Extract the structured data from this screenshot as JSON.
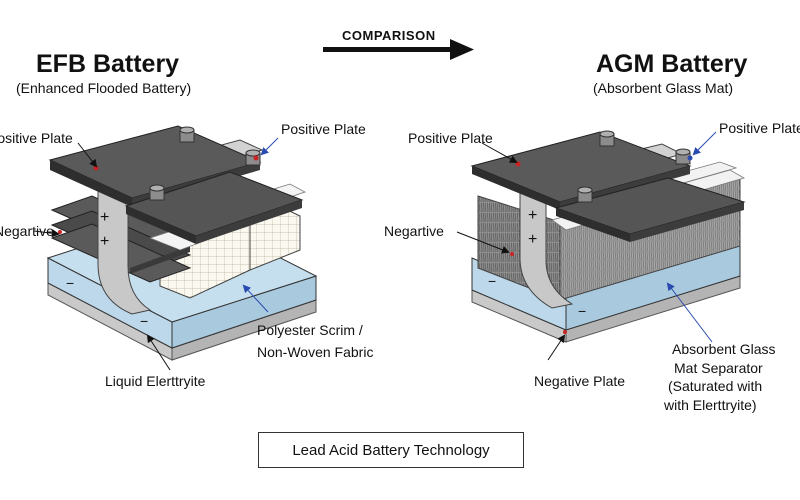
{
  "comparison_label": "COMPARISON",
  "efb": {
    "title": "EFB Battery",
    "subtitle": "(Enhanced Flooded Battery)",
    "labels": {
      "positive_left": "Positive Plate",
      "positive_right": "Positive Plate",
      "negative": "Negartive",
      "separator_line1": "Polyester Scrim /",
      "separator_line2": "Non-Woven Fabric",
      "electrolyte": "Liquid Elerttryite"
    }
  },
  "agm": {
    "title": "AGM Battery",
    "subtitle": "(Absorbent Glass Mat)",
    "labels": {
      "positive_left": "Positive Plate",
      "positive_right": "Positive Plate",
      "negative": "Negartive",
      "negative_plate": "Negative Plate",
      "separator_line1": "Absorbent Glass",
      "separator_line2": "Mat Separator",
      "separator_line3": "(Saturated with",
      "separator_line4": "with Elerttryite)"
    }
  },
  "caption": "Lead Acid Battery Technology",
  "symbols": {
    "plus": "+",
    "minus": "−"
  },
  "colors": {
    "electrolyte": "#bcd8ea",
    "plate_dark": "#4a4a4a",
    "plate_top": "#5a5a5a",
    "strap": "#c8c8c8",
    "marker_red": "#cc2222",
    "arrow_blue": "#2a4bb0"
  }
}
